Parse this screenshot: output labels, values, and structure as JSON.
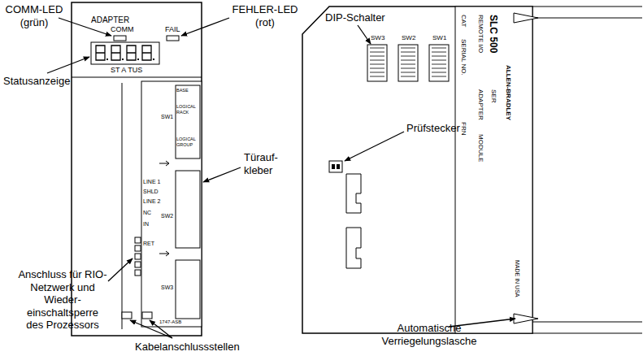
{
  "diagram": {
    "labels": [
      "COMM-LED (grün)",
      "FEHLER-LED (rot)",
      "Statusanzeige",
      "Türauf- kleber",
      "Anschluss für RIO-Netzwerk und Wieder- einschaltsperre des Prozessors",
      "Kabelanschlussstellen",
      "DIP-Schalter",
      "Prüfstecker",
      "Automatische Verriegelungslasche",
      "ADAPTER",
      "COMM",
      "FAIL",
      "ST A TUS",
      "SW1",
      "BASE",
      "LOGICAL RACK",
      "LOGICAL GROUP",
      "LINE 1",
      "SHLD",
      "LINE 2",
      "SW2",
      "NC",
      "IN",
      "RET",
      "SW3",
      "1747-ASB",
      "SW3",
      "SW2",
      "SW1",
      "CAT",
      "SERIAL NO.",
      "FRN",
      "SLC 500",
      "REMOTE I/O",
      "ADAPTER",
      "SER",
      "MODULE",
      "ALLEN-BRADLEY",
      "MADE IN USA"
    ]
  }
}
